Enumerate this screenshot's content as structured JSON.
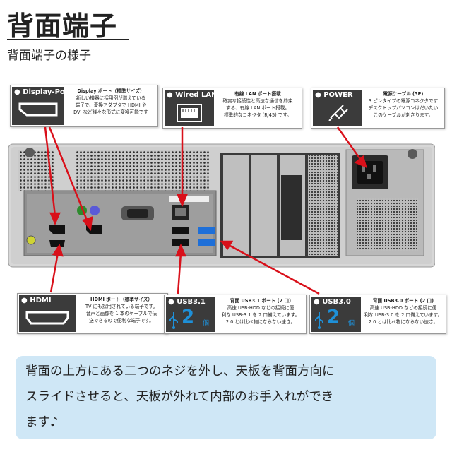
{
  "header": {
    "title": "背面端子",
    "subtitle": "背面端子の様子"
  },
  "callouts": {
    "displayport": {
      "badge": "● Display-Port",
      "heading": "Display ポート（標準サイズ）",
      "lines": [
        "新しい機器に採用例が増えている",
        "端子で、変換アダプタで HDMI や",
        "DVI など様々な形式に変換可能です"
      ]
    },
    "wiredlan": {
      "badge": "● Wired LAN",
      "heading": "有線 LAN ポート搭載",
      "lines": [
        "確実な接続性と高速な通信を約束",
        "する、有線 LAN ポート搭載。",
        "標準的なコネクタ (RJ45) です。"
      ]
    },
    "power": {
      "badge": "● POWER",
      "heading": "電源ケーブル (3P)",
      "lines": [
        "3 ピンタイプの電源コネクタです",
        "デスクトップパソコンはだいたい",
        "このケーブルが刺さります。"
      ]
    },
    "hdmi": {
      "badge": "● HDMI",
      "heading": "HDMI ポート（標準サイズ）",
      "lines": [
        "TV にも採用されている端子です。",
        "音声と画像を 1 本のケーブルで伝",
        "送できるので便利な端子です。"
      ]
    },
    "usb31": {
      "badge": "● USB3.1",
      "count": "2",
      "unit": "個",
      "heading": "背面 USB3.1 ポート (2 口)",
      "lines": [
        "高速 USB-HDD などの接続に便",
        "利な USB-3.1 を 2 口備えています。",
        "2.0 とは比べ物にならない速さ。"
      ]
    },
    "usb30": {
      "badge": "● USB3.0",
      "count": "2",
      "unit": "個",
      "heading": "背面 USB3.0 ポート (2 口)",
      "lines": [
        "高速 USB-HDD などの接続に便",
        "利な USB-3.0 を 2 口備えています。",
        "2.0 とは比べ物にならない速さ。"
      ]
    }
  },
  "note": {
    "lines": [
      "背面の上方にある二つのネジを外し、天板を背面方向に",
      "スライドさせると、天板が外れて内部のお手入れができ",
      "ます♪"
    ]
  },
  "colors": {
    "badge_bg": "#3b3b3b",
    "accent_red": "#d9101a",
    "usb_blue": "#1e90d8",
    "note_bg": "#cfe7f6"
  }
}
